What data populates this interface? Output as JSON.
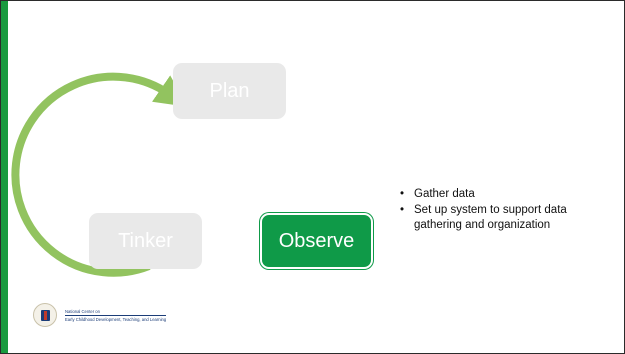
{
  "cycle": {
    "stages": [
      {
        "id": "plan",
        "label": "Plan",
        "active": false
      },
      {
        "id": "observe",
        "label": "Observe",
        "active": true
      },
      {
        "id": "tinker",
        "label": "Tinker",
        "active": false
      }
    ],
    "arrow_color": "#92c35f",
    "active_color": "#0f9a48",
    "inactive_color": "#e9e9e9"
  },
  "bullets": [
    "Gather data",
    "Set up system to support data gathering and organization"
  ],
  "bullet_glyph": "•",
  "logo": {
    "line1": "National Center on",
    "line2": "Early Childhood Development, Teaching, and Learning"
  },
  "accent_bar_color": "#1a9a3f"
}
